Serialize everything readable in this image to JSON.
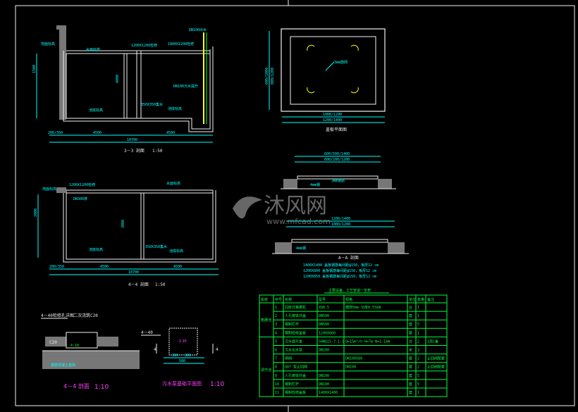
{
  "sections": {
    "section_3_3": {
      "title": "3－3 剖面",
      "scale": "1:50",
      "dims": [
        "4500",
        "4500"
      ],
      "total": "10700",
      "height": "4000"
    },
    "section_4_4": {
      "title": "4－4 剖面",
      "scale": "1:50",
      "dims": [
        "4500",
        "4500"
      ],
      "total": "10700",
      "height": "3000"
    },
    "section_a_a": {
      "title": "A－A 剖面",
      "dims_top": [
        "600/500/1400",
        "600/200/1200"
      ],
      "dims_bottom": [
        "1200/1400",
        "1000/1200"
      ]
    },
    "cover_plan": {
      "title": "盖板平面图",
      "dims_bottom": [
        "1000/1200",
        "1200/1400"
      ],
      "dims_left": [
        "600/1000",
        "800/1200"
      ],
      "note": "3mm筋网"
    },
    "detail_4_4": {
      "title": "4－4 剖面",
      "scale": "1:10",
      "label": "4－40检修孔详图",
      "ref": "C20"
    },
    "pump_base": {
      "title": "污水泵基础平面图",
      "scale": "1:10",
      "label": "4－40",
      "elev": "-3.95",
      "dims": [
        "300",
        "300",
        "500"
      ]
    }
  },
  "notes": [
    "1400X1400 盖板钢筋每间距@150，板厚12 cm",
    "1200X800 盖板钢筋每间距@150，板厚12 cm",
    "1200X850 盖板钢筋每间距@150，板厚12 cm"
  ],
  "table": {
    "title": "主要设备、工艺管道一览表",
    "headers": [
      "系统",
      "序号",
      "名称",
      "型号",
      "规格",
      "单位",
      "数量",
      "备注"
    ],
    "groups": [
      "格栅池",
      "调节池"
    ],
    "rows": [
      [
        "1",
        "回转式格栅机",
        "XQ0.5",
        "栅隙5mm 功率0.55kW",
        "台",
        "1",
        ""
      ],
      [
        "2",
        "人孔铸铁井盖",
        "DN500",
        "",
        "套",
        "1",
        ""
      ],
      [
        "3",
        "钢制栏杆",
        "DN500",
        "",
        "套",
        "5",
        ""
      ],
      [
        "4",
        "钢制检修盖板",
        "1200X800",
        "",
        "套",
        "1",
        ""
      ],
      [
        "5",
        "污水提升泵",
        "50WQ15-7-1.1",
        "Q=15m³/h H=7m N=1.1kW",
        "台",
        "2",
        "1用1备"
      ],
      [
        "6",
        "污水出水管",
        "DN100",
        "",
        "米",
        "3",
        ""
      ],
      [
        "7",
        "闸阀",
        "",
        "DN100X80",
        "套",
        "2",
        "止回阀配套"
      ],
      [
        "8",
        "Q87 型止回阀",
        "",
        "DN100",
        "套",
        "2",
        "止回阀配套"
      ],
      [
        "9",
        "人孔铸铁井盖",
        "DN100",
        "",
        "套",
        "5",
        ""
      ],
      [
        "10",
        "钢制栏杆",
        "DN100",
        "",
        "套",
        "5",
        ""
      ],
      [
        "11",
        "钢制检修盖板",
        "1400X1400",
        "",
        "套",
        "1",
        ""
      ]
    ]
  },
  "watermark": {
    "brand": "沐风网",
    "url": "www.mfcad.com"
  },
  "colors": {
    "background": "#000000",
    "lines": "#f2f2f2",
    "dimension": "#00ffff",
    "table": "#00ff40",
    "titles": "#ff40ff",
    "pipe": "#ffff00"
  }
}
